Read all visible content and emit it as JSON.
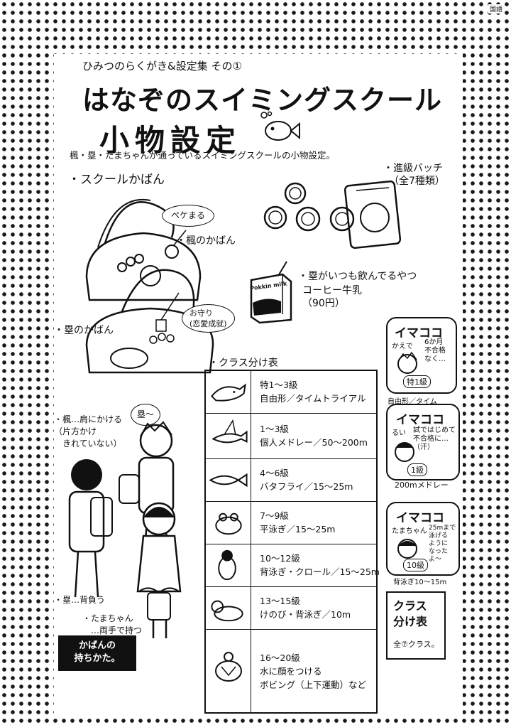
{
  "corner_tag": "国語",
  "header": {
    "series": "ひみつのらくがき&設定集 その①",
    "title_line1": "はなぞのスイミングスクール",
    "title_line2": "小物設定",
    "subtitle": "楓・塁・たまちゃんが通っているスイミングスクールの小物設定。"
  },
  "left": {
    "section_bags": "・スクールかばん",
    "pekemaru_tag": "ペケまる",
    "kaede_bag": "・楓のかばん",
    "rui_bag": "・塁のかばん",
    "omamori_tag": "お守り\n(恋愛成就)",
    "kaede_note": "・楓…肩にかける\n（片方かけ\n　きれていない）",
    "rui_note": "・塁…背負う",
    "tama_note": "・たまちゃん\n　…両手で持つ",
    "speech": "塁〜",
    "banner": "かばんの\n持ちかた。"
  },
  "right": {
    "badge_title": "・進級バッチ",
    "badge_count": "（全7種類）",
    "milk_label": "・塁がいつも飲んでるやつ",
    "milk_name": "コーヒー牛乳",
    "milk_price": "（90円）",
    "milk_carton": "Pokkin milk"
  },
  "table": {
    "title": "・クラス分け表",
    "rows": [
      {
        "fish": "イルカさん",
        "grade": "特1〜3級",
        "event": "自由形／タイムトライアル"
      },
      {
        "fish": "トビウオさん",
        "grade": "1〜3級",
        "event": "個人メドレー／50〜200m"
      },
      {
        "fish": "サワラさん",
        "grade": "4〜6級",
        "event": "バタフライ／15〜25m"
      },
      {
        "fish": "カエルさん",
        "grade": "7〜9級",
        "event": "平泳ぎ／15〜25m"
      },
      {
        "fish": "ペンギンさん",
        "grade": "10〜12級",
        "event": "背泳ぎ・クロール／15〜25m"
      },
      {
        "fish": "ラッコさん",
        "grade": "13〜15級",
        "event": "けのび・背泳ぎ／10m"
      },
      {
        "fish": "カメさん",
        "grade": "16〜20級",
        "event": "水に顔をつける\nボビング（上下運動）など"
      }
    ]
  },
  "now": [
    {
      "title": "イマココ",
      "who": "かえで",
      "note": "6か月\n不合格\nなく…",
      "badge": "特1級",
      "event": "自由形／タイム\nトライアル"
    },
    {
      "title": "イマココ",
      "who": "るい",
      "note": "試ではじめて\n不合格に…（汗）",
      "badge": "1級",
      "event": "200mメドレー"
    },
    {
      "title": "イマココ",
      "who": "たまちゃん",
      "note": "25mまで\n泳げる\nように\nなったよ〜",
      "badge": "10級",
      "event": "背泳ぎ10〜15m"
    }
  ],
  "summary": {
    "title": "クラス\n分け表",
    "caption": "全⑦クラス。"
  }
}
